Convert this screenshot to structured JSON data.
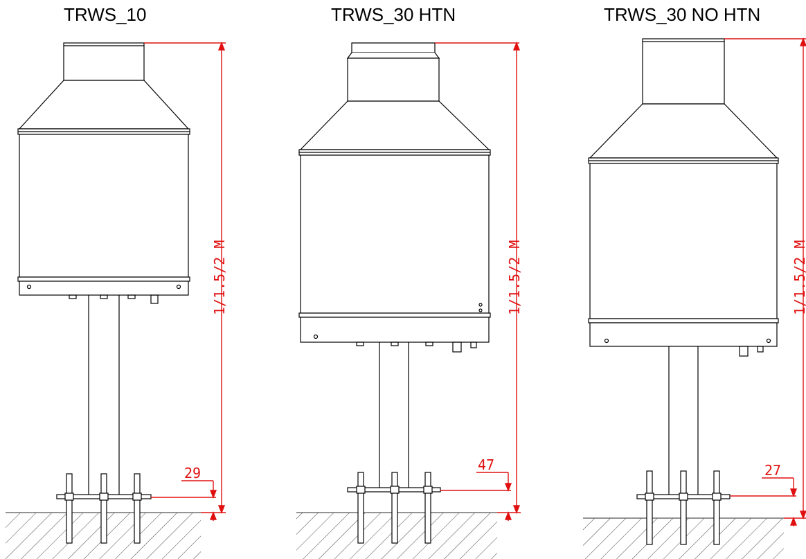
{
  "units": [
    {
      "title": "TRWS_10",
      "height_label": "1/1.5/2 M",
      "offset_label": "29"
    },
    {
      "title": "TRWS_30 HTN",
      "height_label": "1/1.5/2 M",
      "offset_label": "47"
    },
    {
      "title": "TRWS_30 NO HTN",
      "height_label": "1/1.5/2 M",
      "offset_label": "27"
    }
  ],
  "colors": {
    "drawing": "#000000",
    "dimension": "#e01010",
    "background": "#ffffff"
  }
}
